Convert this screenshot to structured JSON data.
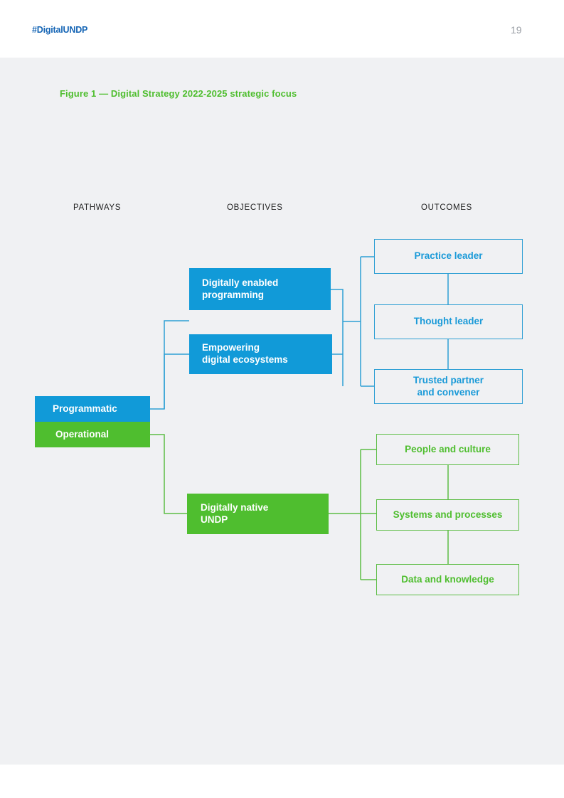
{
  "header": {
    "hashtag": "#DigitalUNDP",
    "page_number": "19"
  },
  "figure": {
    "caption": "Figure 1 — Digital Strategy 2022-2025 strategic focus"
  },
  "columns": {
    "pathways": "PATHWAYS",
    "objectives": "OBJECTIVES",
    "outcomes": "OUTCOMES"
  },
  "pathways": [
    {
      "label": "Programmatic",
      "style": "filled-blue"
    },
    {
      "label": "Operational",
      "style": "filled-green"
    }
  ],
  "objectives": [
    {
      "label": "Digitally enabled\nprogramming",
      "style": "filled-blue"
    },
    {
      "label": "Empowering\ndigital ecosystems",
      "style": "filled-blue"
    },
    {
      "label": "Digitally native\nUNDP",
      "style": "filled-green"
    }
  ],
  "outcomes": [
    {
      "label": "Practice leader",
      "style": "outline-blue"
    },
    {
      "label": "Thought leader",
      "style": "outline-blue"
    },
    {
      "label": "Trusted partner\nand convener",
      "style": "outline-blue"
    },
    {
      "label": "People and culture",
      "style": "outline-green"
    },
    {
      "label": "Systems and processes",
      "style": "outline-green"
    },
    {
      "label": "Data and knowledge",
      "style": "outline-green"
    }
  ],
  "colors": {
    "blue": "#119ad8",
    "blue_line": "#2e9fd4",
    "green": "#4fbe2f",
    "green_line": "#5cbd44",
    "page_background": "#ffffff",
    "content_background": "#f0f1f3",
    "hashtag_blue": "#1565b5",
    "page_number_grey": "#9b9fa6"
  }
}
